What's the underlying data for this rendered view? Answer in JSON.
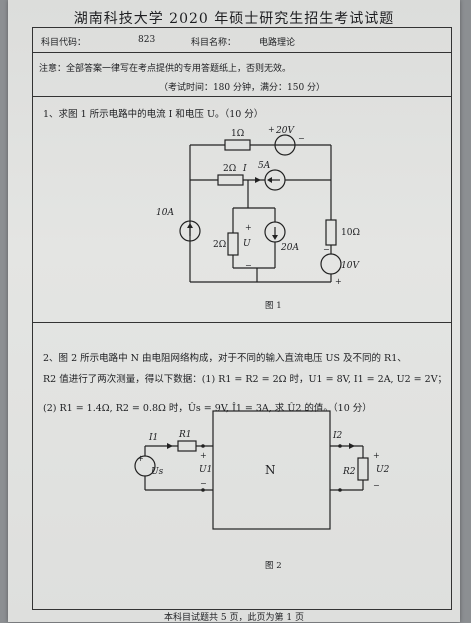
{
  "header": {
    "title": "湖南科技大学 2020 年硕士研究生招生考试试题"
  },
  "info": {
    "code_label": "科目代码：",
    "code_value": "823",
    "name_label": "科目名称：",
    "name_value": "电路理论"
  },
  "note": {
    "line1": "注意：全部答案一律写在考点提供的专用答题纸上，否则无效。",
    "line2": "（考试时间：180 分钟，满分：150 分）"
  },
  "q1": {
    "text": "1、求图 1 所示电路中的电流 I 和电压 U。（10 分）",
    "fig_caption": "图 1",
    "labels": {
      "r_top": "1Ω",
      "v_top": "20V",
      "r_2a": "2Ω",
      "i": "I",
      "cs_5": "5A",
      "cs_10": "10A",
      "r_2b": "2Ω",
      "u": "U",
      "cs_20": "20A",
      "r_10": "10Ω",
      "v_10": "10V",
      "plus": "+",
      "minus": "−"
    }
  },
  "q2": {
    "line1": "2、图 2 所示电路中 N 由电阻网络构成，对于不同的输入直流电压 US 及不同的 R1、",
    "line2": "R2 值进行了两次测量，得以下数据：(1) R1 = R2 = 2Ω 时，U1 = 8V, I1 = 2A, U2 = 2V；",
    "line3": "(2) R1 = 1.4Ω, R2 = 0.8Ω 时，Ûs = 9V, Î1 = 3A, 求 Û2 的值。（10 分）",
    "fig_caption": "图 2",
    "labels": {
      "i1": "I1",
      "r1": "R1",
      "us": "Us",
      "u1": "U1",
      "n": "N",
      "i2": "I2",
      "r2": "R2",
      "u2": "U2",
      "plus": "+",
      "minus": "−"
    }
  },
  "footer": {
    "text": "本科目试题共 5 页，此页为第 1 页"
  }
}
